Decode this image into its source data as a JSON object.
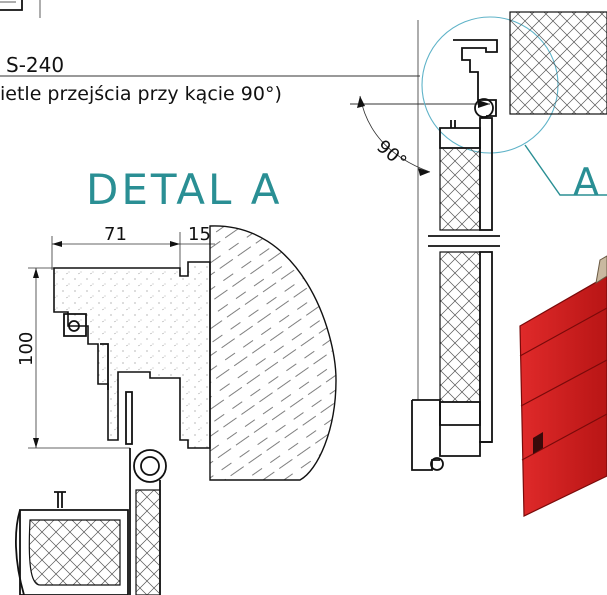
{
  "labels": {
    "model": "S-240",
    "opening_note": "ietle przejścia przy kącie 90°)",
    "angle": "90°",
    "detail_title": "DETAL A",
    "detail_marker": "A",
    "dim_71": "71",
    "dim_15": "15",
    "dim_100": "100"
  },
  "colors": {
    "accent_teal": "#2a8f94",
    "panel_red": "#d41f1f",
    "line_black": "#111111",
    "leader_blue": "#5fb3c8"
  }
}
